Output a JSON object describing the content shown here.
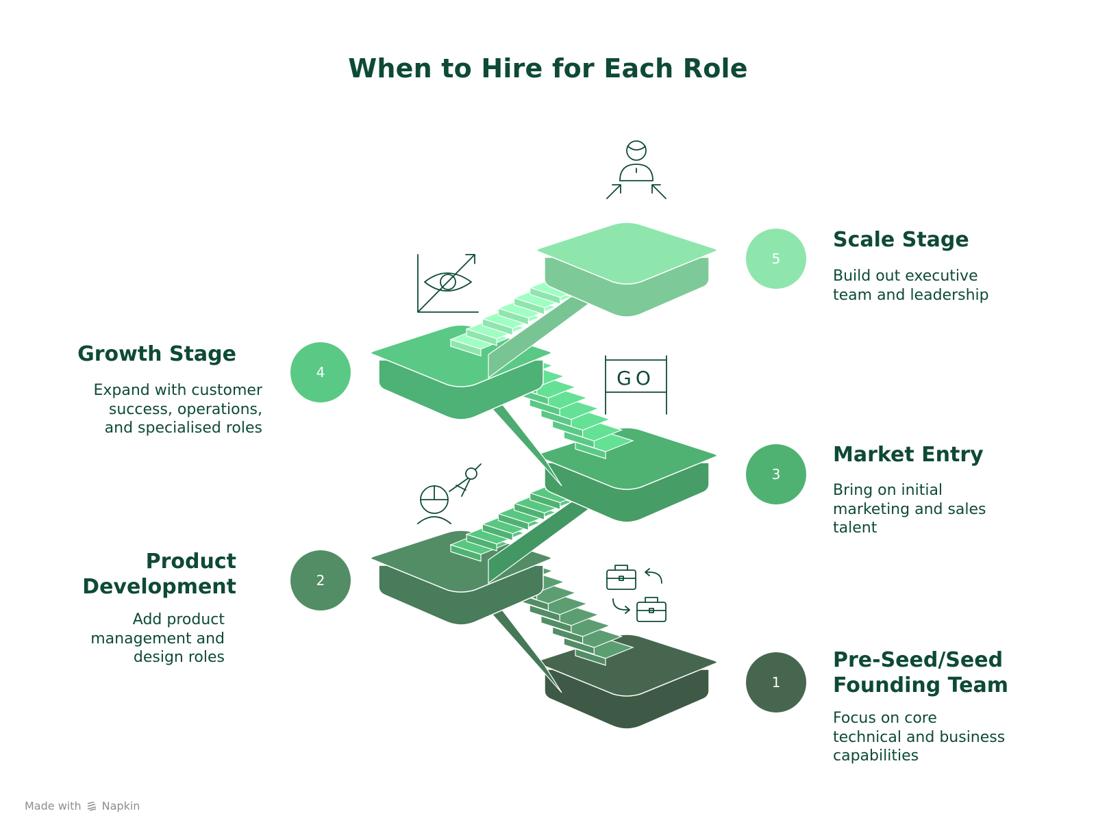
{
  "title": "When to Hire for Each Role",
  "steps": [
    {
      "number": "1",
      "heading_line1": "Pre-Seed/Seed",
      "heading_line2": "Founding Team",
      "description_lines": [
        "Focus on core",
        "technical and business",
        "capabilities"
      ],
      "color": "#47664f"
    },
    {
      "number": "2",
      "heading_line1": "Product",
      "heading_line2": "Development",
      "description_lines": [
        "Add product",
        "management and",
        "design roles"
      ],
      "color": "#528d66"
    },
    {
      "number": "3",
      "heading": "Market Entry",
      "description_lines": [
        "Bring on initial",
        "marketing and sales",
        "talent"
      ],
      "color": "#4fb273"
    },
    {
      "number": "4",
      "heading": "Growth Stage",
      "description_lines": [
        "Expand with customer",
        "success, operations,",
        "and specialised roles"
      ],
      "color": "#59c985"
    },
    {
      "number": "5",
      "heading": "Scale Stage",
      "description_lines": [
        "Build out executive",
        "team and leadership"
      ],
      "color": "#8ee6ad"
    }
  ],
  "sign_text": "GO",
  "icons": [
    "briefcase-exchange-icon",
    "engineer-compass-icon",
    "go-sign-icon",
    "eye-growth-chart-icon",
    "leader-arrows-icon"
  ],
  "footer": {
    "made_with": "Made with",
    "brand": "Napkin"
  }
}
